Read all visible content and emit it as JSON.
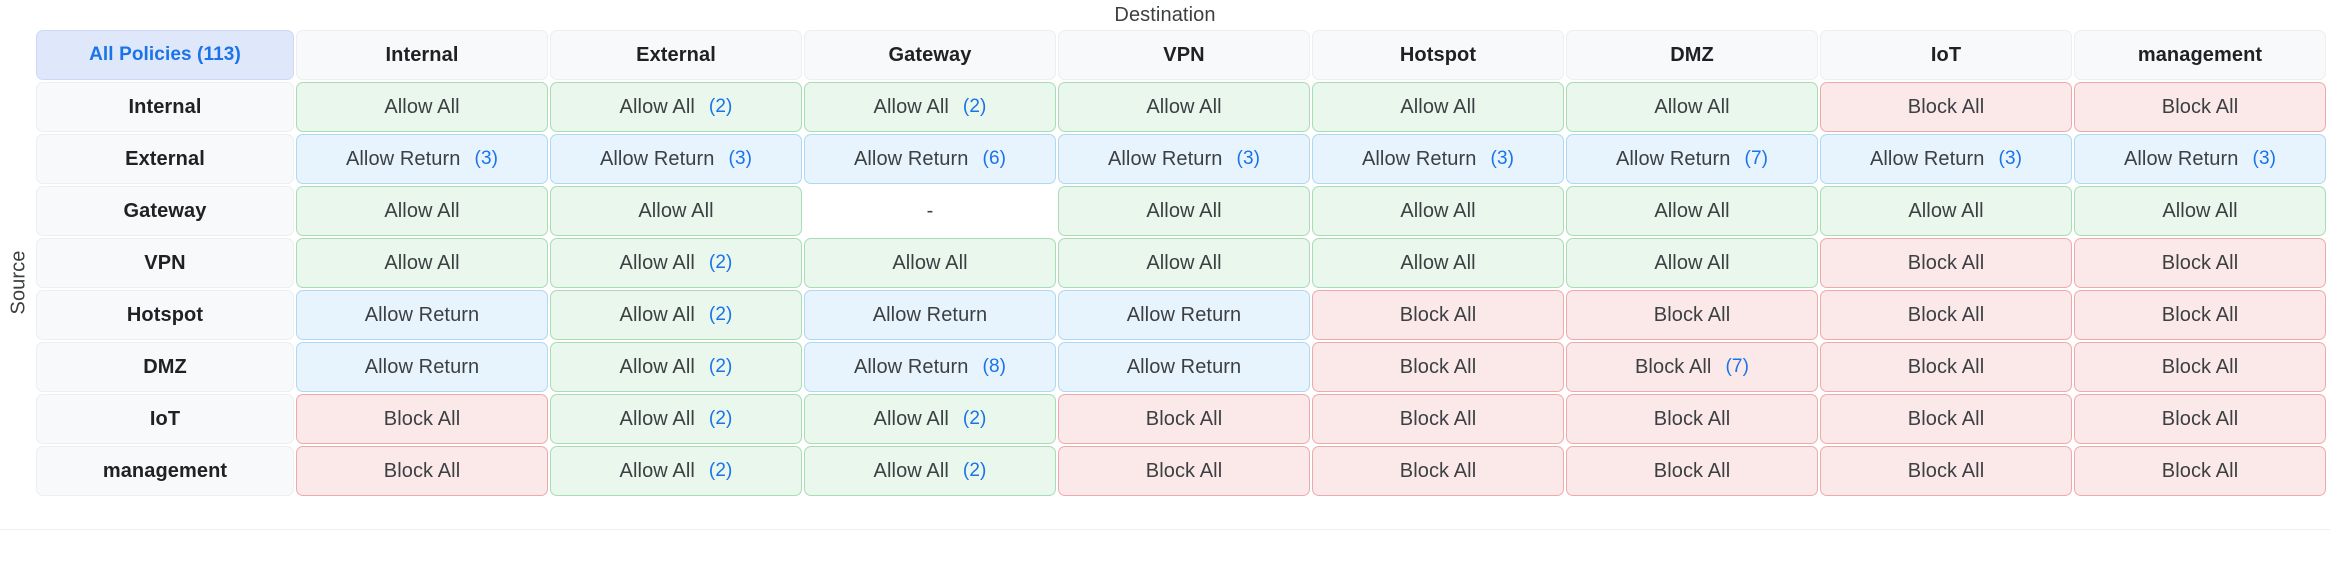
{
  "captions": {
    "destination": "Destination",
    "source": "Source"
  },
  "corner": {
    "label": "All Policies (113)",
    "total": 113
  },
  "colors": {
    "allow_bg": "#e9f7ec",
    "allow_border": "#a8dcb5",
    "return_bg": "#e8f4fd",
    "return_border": "#aed8f3",
    "block_bg": "#fbe9e9",
    "block_border": "#eeaaaa",
    "corner_bg": "#dfe8fb",
    "accent": "#1a73e8",
    "header_bg": "#f8f9fa"
  },
  "legend_terms": {
    "allow": "Allow All",
    "return": "Allow Return",
    "block": "Block All",
    "none": "-"
  },
  "matrix": {
    "columns": [
      "Internal",
      "External",
      "Gateway",
      "VPN",
      "Hotspot",
      "DMZ",
      "IoT",
      "management"
    ],
    "rows": [
      {
        "source": "Internal",
        "cells": [
          {
            "label": "Allow All",
            "count": "",
            "kind": "allow"
          },
          {
            "label": "Allow All",
            "count": "(2)",
            "kind": "allow"
          },
          {
            "label": "Allow All",
            "count": "(2)",
            "kind": "allow"
          },
          {
            "label": "Allow All",
            "count": "",
            "kind": "allow"
          },
          {
            "label": "Allow All",
            "count": "",
            "kind": "allow"
          },
          {
            "label": "Allow All",
            "count": "",
            "kind": "allow"
          },
          {
            "label": "Block All",
            "count": "",
            "kind": "block"
          },
          {
            "label": "Block All",
            "count": "",
            "kind": "block"
          }
        ]
      },
      {
        "source": "External",
        "cells": [
          {
            "label": "Allow Return",
            "count": "(3)",
            "kind": "return"
          },
          {
            "label": "Allow Return",
            "count": "(3)",
            "kind": "return"
          },
          {
            "label": "Allow Return",
            "count": "(6)",
            "kind": "return"
          },
          {
            "label": "Allow Return",
            "count": "(3)",
            "kind": "return"
          },
          {
            "label": "Allow Return",
            "count": "(3)",
            "kind": "return"
          },
          {
            "label": "Allow Return",
            "count": "(7)",
            "kind": "return"
          },
          {
            "label": "Allow Return",
            "count": "(3)",
            "kind": "return"
          },
          {
            "label": "Allow Return",
            "count": "(3)",
            "kind": "return"
          }
        ]
      },
      {
        "source": "Gateway",
        "cells": [
          {
            "label": "Allow All",
            "count": "",
            "kind": "allow"
          },
          {
            "label": "Allow All",
            "count": "",
            "kind": "allow"
          },
          {
            "label": "-",
            "count": "",
            "kind": "none"
          },
          {
            "label": "Allow All",
            "count": "",
            "kind": "allow"
          },
          {
            "label": "Allow All",
            "count": "",
            "kind": "allow"
          },
          {
            "label": "Allow All",
            "count": "",
            "kind": "allow"
          },
          {
            "label": "Allow All",
            "count": "",
            "kind": "allow"
          },
          {
            "label": "Allow All",
            "count": "",
            "kind": "allow"
          }
        ]
      },
      {
        "source": "VPN",
        "cells": [
          {
            "label": "Allow All",
            "count": "",
            "kind": "allow"
          },
          {
            "label": "Allow All",
            "count": "(2)",
            "kind": "allow"
          },
          {
            "label": "Allow All",
            "count": "",
            "kind": "allow"
          },
          {
            "label": "Allow All",
            "count": "",
            "kind": "allow"
          },
          {
            "label": "Allow All",
            "count": "",
            "kind": "allow"
          },
          {
            "label": "Allow All",
            "count": "",
            "kind": "allow"
          },
          {
            "label": "Block All",
            "count": "",
            "kind": "block"
          },
          {
            "label": "Block All",
            "count": "",
            "kind": "block"
          }
        ]
      },
      {
        "source": "Hotspot",
        "cells": [
          {
            "label": "Allow Return",
            "count": "",
            "kind": "return"
          },
          {
            "label": "Allow All",
            "count": "(2)",
            "kind": "allow"
          },
          {
            "label": "Allow Return",
            "count": "",
            "kind": "return"
          },
          {
            "label": "Allow Return",
            "count": "",
            "kind": "return"
          },
          {
            "label": "Block All",
            "count": "",
            "kind": "block"
          },
          {
            "label": "Block All",
            "count": "",
            "kind": "block"
          },
          {
            "label": "Block All",
            "count": "",
            "kind": "block"
          },
          {
            "label": "Block All",
            "count": "",
            "kind": "block"
          }
        ]
      },
      {
        "source": "DMZ",
        "cells": [
          {
            "label": "Allow Return",
            "count": "",
            "kind": "return"
          },
          {
            "label": "Allow All",
            "count": "(2)",
            "kind": "allow"
          },
          {
            "label": "Allow Return",
            "count": "(8)",
            "kind": "return"
          },
          {
            "label": "Allow Return",
            "count": "",
            "kind": "return"
          },
          {
            "label": "Block All",
            "count": "",
            "kind": "block"
          },
          {
            "label": "Block All",
            "count": "(7)",
            "kind": "block"
          },
          {
            "label": "Block All",
            "count": "",
            "kind": "block"
          },
          {
            "label": "Block All",
            "count": "",
            "kind": "block"
          }
        ]
      },
      {
        "source": "IoT",
        "cells": [
          {
            "label": "Block All",
            "count": "",
            "kind": "block"
          },
          {
            "label": "Allow All",
            "count": "(2)",
            "kind": "allow"
          },
          {
            "label": "Allow All",
            "count": "(2)",
            "kind": "allow"
          },
          {
            "label": "Block All",
            "count": "",
            "kind": "block"
          },
          {
            "label": "Block All",
            "count": "",
            "kind": "block"
          },
          {
            "label": "Block All",
            "count": "",
            "kind": "block"
          },
          {
            "label": "Block All",
            "count": "",
            "kind": "block"
          },
          {
            "label": "Block All",
            "count": "",
            "kind": "block"
          }
        ]
      },
      {
        "source": "management",
        "cells": [
          {
            "label": "Block All",
            "count": "",
            "kind": "block"
          },
          {
            "label": "Allow All",
            "count": "(2)",
            "kind": "allow"
          },
          {
            "label": "Allow All",
            "count": "(2)",
            "kind": "allow"
          },
          {
            "label": "Block All",
            "count": "",
            "kind": "block"
          },
          {
            "label": "Block All",
            "count": "",
            "kind": "block"
          },
          {
            "label": "Block All",
            "count": "",
            "kind": "block"
          },
          {
            "label": "Block All",
            "count": "",
            "kind": "block"
          },
          {
            "label": "Block All",
            "count": "",
            "kind": "block"
          }
        ]
      }
    ]
  }
}
